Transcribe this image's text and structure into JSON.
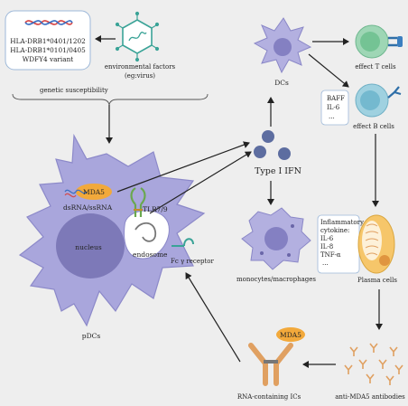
{
  "genes": {
    "line1": "HLA-DRB1*0401/1202",
    "line2": "HLA-DRB1*0101/0405",
    "line3": "WDFY4 variant"
  },
  "environmental": {
    "line1": "environmental factors",
    "line2": "(eg:virus)"
  },
  "genetic_susceptibility": "genetic susceptibility",
  "dcs": "DCs",
  "effect_t_cells": "effect T cells",
  "effect_b_cells": "effect B cells",
  "baff_box": {
    "line1": "BAFF",
    "line2": "IL-6",
    "line3": "..."
  },
  "type_i_ifn": "Type I IFN",
  "pdc": {
    "mda5": "MDA5",
    "dsrna": "dsRNA/ssRNA",
    "tlr": "TLR7/9",
    "nucleus": "nucleus",
    "endosome": "endosome",
    "fc_receptor": "Fc γ receptor",
    "label": "pDCs"
  },
  "monocytes": "monocytes/macrophages",
  "cytokines": {
    "line1": "Inflammatory",
    "line2": "cytokine:",
    "line3": "IL-6",
    "line4": "IL-8",
    "line5": "TNF-α",
    "line6": "..."
  },
  "plasma_cells": "Plasma cells",
  "antibodies": "anti-MDA5 antibodies",
  "ics": {
    "label": "RNA-containing ICs",
    "mda5": "MDA5"
  },
  "colors": {
    "background": "#eeeeee",
    "cell_purple": "#a9a6dc",
    "nucleus": "#7d79b8",
    "mda5_orange": "#f2a93b",
    "t_cell_green": "#9ed6b5",
    "b_cell_blue": "#9fd1e0",
    "plasma_yellow": "#f6c66a",
    "antibody_orange": "#e0a061"
  }
}
